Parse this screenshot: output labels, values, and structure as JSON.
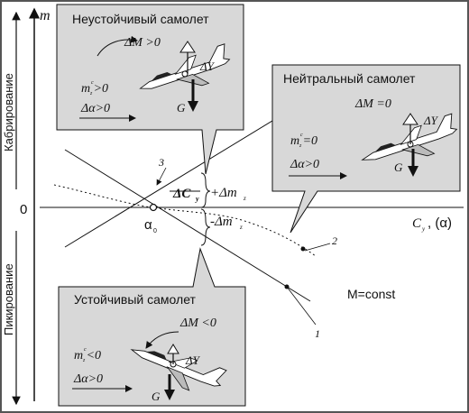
{
  "axes": {
    "y_axis_label": "m",
    "origin_label": "0",
    "x_axis_label": "C",
    "x_axis_label_sub": "y",
    "x_axis_label_suffix": ", (α)",
    "upper_side_label": "Кабрирование",
    "lower_side_label": "Пикирование"
  },
  "plot": {
    "alpha_label": "α",
    "alpha_sub": "0",
    "delta_cy_label": "ΔC",
    "delta_cy_sub": "y",
    "plus_dm_label": "+Δm",
    "minus_dm_label": "-Δm",
    "dm_sub": "z",
    "curve_labels": [
      "1",
      "2",
      "3"
    ],
    "condition_label": "M=const"
  },
  "callouts": {
    "unstable": {
      "title": "Неустойчивый самолет",
      "delta_M": "ΔM >0",
      "m_cy": "m >0",
      "m_sup": "c",
      "m_sub": "z",
      "delta_alpha": "Δα>0",
      "Y": "ΔY",
      "G": "G"
    },
    "neutral": {
      "title": "Нейтральный самолет",
      "delta_M": "ΔM =0",
      "m_cy": "m =0",
      "m_sup": "c",
      "m_sub": "z",
      "delta_alpha": "Δα>0",
      "Y": "ΔY",
      "G": "G"
    },
    "stable": {
      "title": "Устойчивый самолет",
      "delta_M": "ΔM <0",
      "m_cy": "m <0",
      "m_sup": "c",
      "m_sub": "z",
      "delta_alpha": "Δα>0",
      "Y": "ΔY",
      "G": "G"
    }
  },
  "colors": {
    "callout_fill": "#d8d8d8",
    "line": "#111111",
    "frame": "#555555"
  }
}
